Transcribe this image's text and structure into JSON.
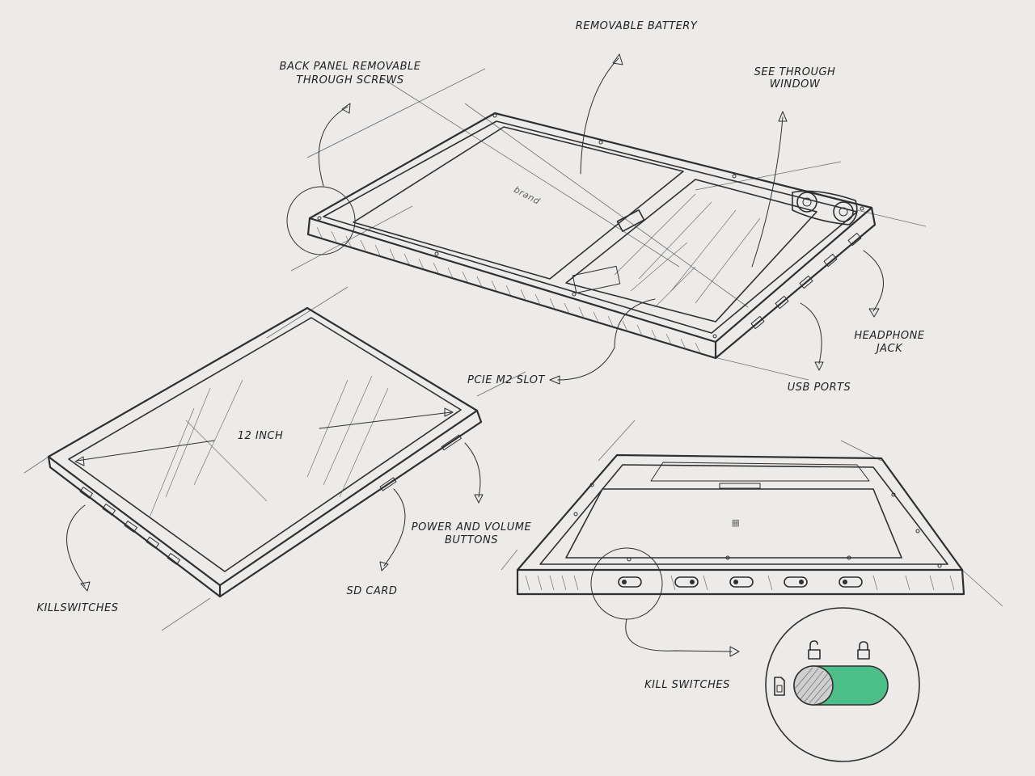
{
  "labels": {
    "removable_battery": "REMOVABLE BATTERY",
    "back_panel_line1": "BACK PANEL REMOVABLE",
    "back_panel_line2": "THROUGH SCREWS",
    "see_through_line1": "SEE THROUGH",
    "see_through_line2": "WINDOW",
    "headphone_line1": "HEADPHONE",
    "headphone_line2": "JACK",
    "usb_ports": "USB PORTS",
    "pcie_slot": "PCIE M2 SLOT",
    "screen_size": "12 INCH",
    "power_volume_line1": "POWER AND VOLUME",
    "power_volume_line2": "BUTTONS",
    "sd_card": "SD CARD",
    "killswitches": "KILLSWITCHES",
    "kill_switches": "KILL SWITCHES"
  },
  "colors": {
    "ink": "#2f2f2f",
    "paper": "#ecebea",
    "switch_on": "#4cbf88",
    "switch_off": "#cfcfcf"
  },
  "icons": {
    "unlocked": "unlock-icon",
    "locked": "lock-icon",
    "sim": "sim-card-icon"
  }
}
